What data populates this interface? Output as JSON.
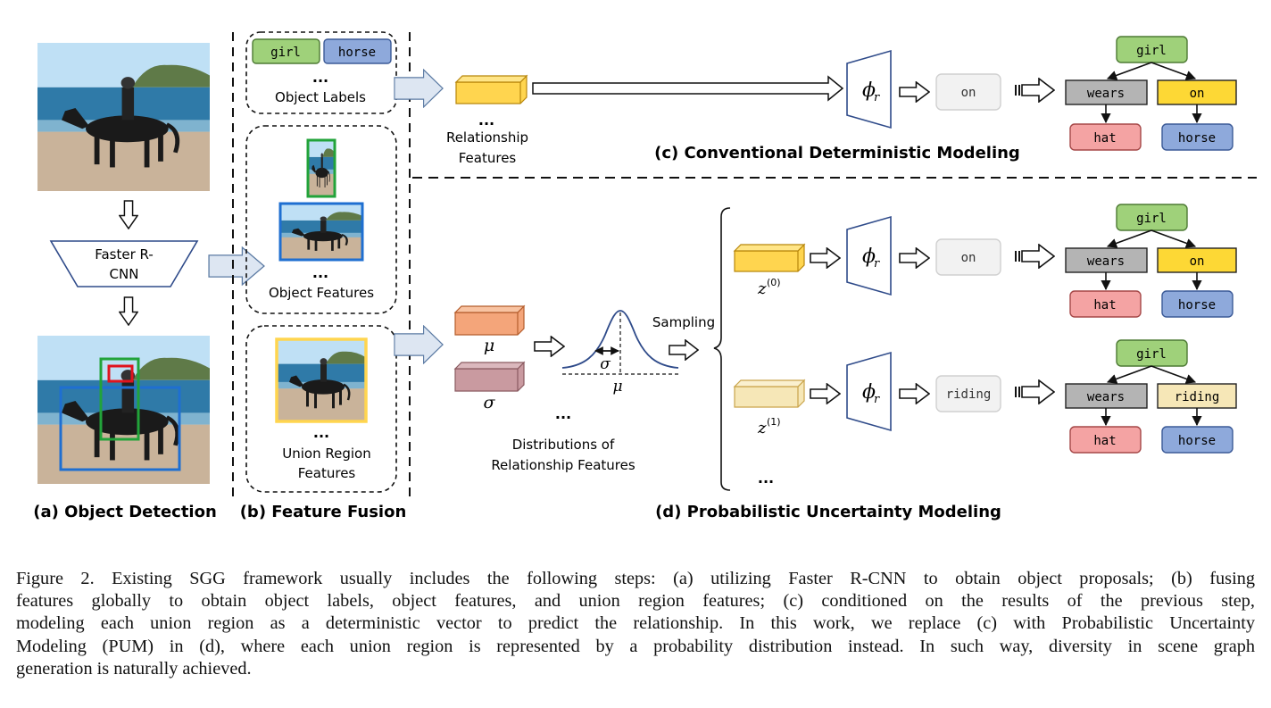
{
  "panels": {
    "a": {
      "title": "(a) Object Detection",
      "detector_label": [
        "Faster R-",
        "CNN"
      ]
    },
    "b": {
      "title": "(b) Feature Fusion",
      "object_labels": [
        "girl",
        "horse"
      ],
      "object_labels_caption": "Object Labels",
      "object_features_caption": "Object Features",
      "union_caption": [
        "Union Region",
        "Features"
      ],
      "ellipsis": "..."
    },
    "c": {
      "title": "(c) Conventional Deterministic Modeling",
      "relationship_features": [
        "Relationship",
        "Features"
      ],
      "phi": "ϕ",
      "phi_sub": "r",
      "prediction": "on",
      "graph": {
        "root": "girl",
        "rels": [
          "wears",
          "on"
        ],
        "leaves": [
          "hat",
          "horse"
        ]
      }
    },
    "d": {
      "title": "(d) Probabilistic Uncertainty Modeling",
      "mu": "μ",
      "sigma": "σ",
      "distributions_caption": [
        "Distributions of",
        "Relationship Features"
      ],
      "sampling": "Sampling",
      "samples": [
        {
          "z": "z",
          "sup": "(0)",
          "prediction": "on",
          "graph": {
            "root": "girl",
            "rels": [
              "wears",
              "on"
            ],
            "leaves": [
              "hat",
              "horse"
            ]
          }
        },
        {
          "z": "z",
          "sup": "(1)",
          "prediction": "riding",
          "graph": {
            "root": "girl",
            "rels": [
              "wears",
              "riding"
            ],
            "leaves": [
              "hat",
              "horse"
            ]
          }
        }
      ]
    }
  },
  "colors": {
    "girl": "#9fd17a",
    "horse": "#8ea9db",
    "hat": "#f4a3a3",
    "wears": "#b4b4b4",
    "on": "#fdd835",
    "riding": "#f6e7b7",
    "mu": "#f4a57a",
    "sigma": "#c99aa0",
    "feature": "#ffd54f",
    "arrow_fill": "#dde6f2",
    "arrow_stroke": "#5b7aa3",
    "curve": "#2f4b8a",
    "phi_stroke": "#2f4b8a",
    "green_box": "#22a33a",
    "blue_box": "#1f6fd1",
    "red_box": "#e0141e",
    "yellow_box": "#ffd54f"
  },
  "caption": [
    "Figure 2.  Existing SGG framework usually includes the following steps: (a) utilizing Faster R-CNN to obtain object proposals; (b) fusing",
    "features globally to obtain object labels, object features, and union region features; (c) conditioned on the results of the previous step,",
    "modeling each union region as a deterministic vector to predict the relationship. In this work, we replace (c) with Probabilistic Uncertainty",
    "Modeling (PUM) in (d), where each union region is represented by a probability distribution instead. In such way, diversity in scene graph",
    "generation is naturally achieved."
  ]
}
